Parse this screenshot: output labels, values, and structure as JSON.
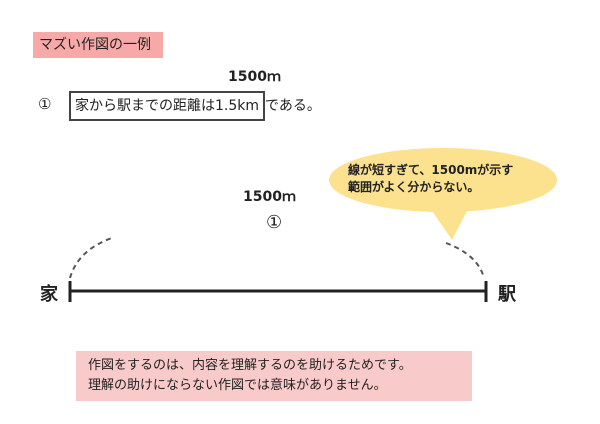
{
  "title": "マズい作図の一例",
  "example": {
    "number": "①",
    "boxed_text": "家から駅までの距離は1.5km",
    "suffix": "である。",
    "annotation": "1500ｍ"
  },
  "diagram": {
    "length_label": "1500ｍ",
    "number": "①",
    "start_label": "家",
    "end_label": "駅"
  },
  "bubble": {
    "line1": "線が短すぎて、1500mが示す",
    "line2": "範囲がよく分からない。",
    "color": "#fce28e"
  },
  "note": {
    "line1": "作図をするのは、内容を理解するのを助けるためです。",
    "line2": "理解の助けにならない作図では意味がありません。"
  }
}
